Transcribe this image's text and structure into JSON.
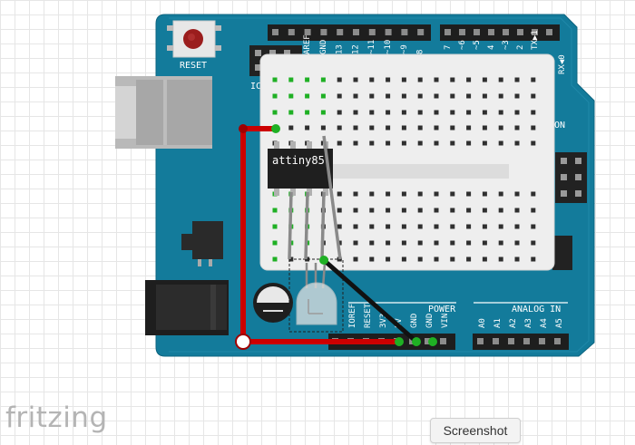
{
  "app": {
    "logo": "fritzing"
  },
  "toolbar": {
    "screenshot_label": "Screenshot"
  },
  "board": {
    "reset_label": "RESET",
    "icsp_label": "ICSP",
    "on_label": "ON",
    "rx_label": "RX◀0",
    "power_label": "POWER",
    "analog_label": "ANALOG IN",
    "top_digital_left": [
      "AREF",
      "GND",
      "13",
      "12",
      "~11",
      "~10",
      "~9",
      "8"
    ],
    "top_digital_right": [
      "7",
      "~6",
      "~5",
      "4",
      "~3",
      "2",
      "TX▶1"
    ],
    "power_pins": [
      "IOREF",
      "RESET",
      "3V3",
      "5V",
      "GND",
      "GND",
      "VIN"
    ],
    "analog_pins": [
      "A0",
      "A1",
      "A2",
      "A3",
      "A4",
      "A5"
    ]
  },
  "breadboard": {
    "chip_label": "attiny85"
  },
  "colors": {
    "board": "#137b9b",
    "breadboard": "#eeeeee",
    "red_wire": "#cc0000",
    "black_wire": "#111111",
    "gray_wire": "#8a8a8a",
    "pin_green": "#1fb024"
  }
}
